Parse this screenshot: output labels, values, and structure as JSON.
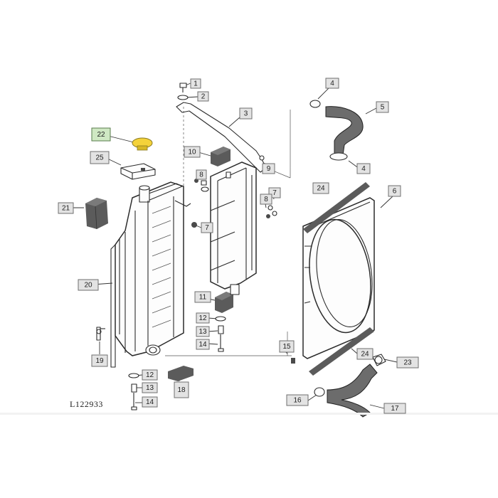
{
  "figure": {
    "reference_code": "L122933",
    "highlight_color": "#f4d23a",
    "callouts": [
      {
        "id": "c1",
        "label": "1"
      },
      {
        "id": "c2",
        "label": "2"
      },
      {
        "id": "c3",
        "label": "3"
      },
      {
        "id": "c4a",
        "label": "4"
      },
      {
        "id": "c4b",
        "label": "4"
      },
      {
        "id": "c5",
        "label": "5"
      },
      {
        "id": "c6",
        "label": "6"
      },
      {
        "id": "c7a",
        "label": "7"
      },
      {
        "id": "c7b",
        "label": "7"
      },
      {
        "id": "c8a",
        "label": "8"
      },
      {
        "id": "c8b",
        "label": "8"
      },
      {
        "id": "c9",
        "label": "9"
      },
      {
        "id": "c10",
        "label": "10"
      },
      {
        "id": "c11",
        "label": "11"
      },
      {
        "id": "c12a",
        "label": "12"
      },
      {
        "id": "c12b",
        "label": "12"
      },
      {
        "id": "c13a",
        "label": "13"
      },
      {
        "id": "c13b",
        "label": "13"
      },
      {
        "id": "c14a",
        "label": "14"
      },
      {
        "id": "c14b",
        "label": "14"
      },
      {
        "id": "c15",
        "label": "15"
      },
      {
        "id": "c16",
        "label": "16"
      },
      {
        "id": "c17",
        "label": "17"
      },
      {
        "id": "c18",
        "label": "18"
      },
      {
        "id": "c19",
        "label": "19"
      },
      {
        "id": "c20",
        "label": "20"
      },
      {
        "id": "c21",
        "label": "21"
      },
      {
        "id": "c22",
        "label": "22",
        "highlighted": true
      },
      {
        "id": "c23",
        "label": "23"
      },
      {
        "id": "c24a",
        "label": "24"
      },
      {
        "id": "c24b",
        "label": "24"
      },
      {
        "id": "c25",
        "label": "25"
      }
    ]
  }
}
